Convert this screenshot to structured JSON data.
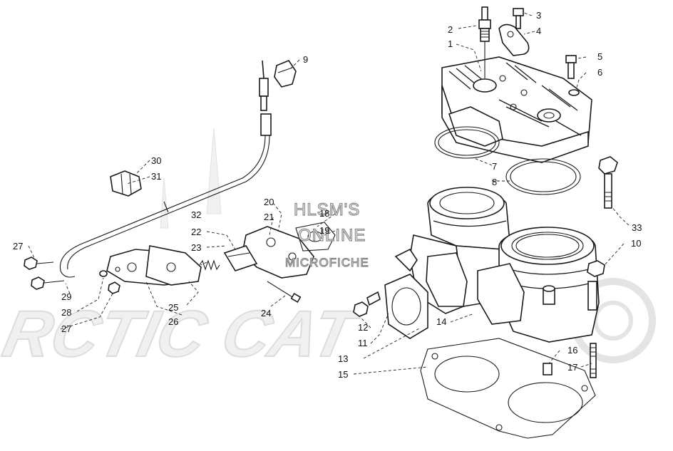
{
  "watermark": {
    "line1": "HLSM'S",
    "line2": "ONLINE",
    "line3": "MICROFICHE"
  },
  "callouts": [
    {
      "id": "c1",
      "text": "1"
    },
    {
      "id": "c2",
      "text": "2"
    },
    {
      "id": "c3",
      "text": "3"
    },
    {
      "id": "c4",
      "text": "4"
    },
    {
      "id": "c5",
      "text": "5"
    },
    {
      "id": "c6",
      "text": "6"
    },
    {
      "id": "c7",
      "text": "7"
    },
    {
      "id": "c8",
      "text": "8"
    },
    {
      "id": "c9",
      "text": "9"
    },
    {
      "id": "c10",
      "text": "10"
    },
    {
      "id": "c11",
      "text": "11"
    },
    {
      "id": "c12",
      "text": "12"
    },
    {
      "id": "c13",
      "text": "13"
    },
    {
      "id": "c14",
      "text": "14"
    },
    {
      "id": "c15",
      "text": "15"
    },
    {
      "id": "c16",
      "text": "16"
    },
    {
      "id": "c17",
      "text": "17"
    },
    {
      "id": "c18",
      "text": "18"
    },
    {
      "id": "c19",
      "text": "19"
    },
    {
      "id": "c20",
      "text": "20"
    },
    {
      "id": "c21",
      "text": "21"
    },
    {
      "id": "c22",
      "text": "22"
    },
    {
      "id": "c23",
      "text": "23"
    },
    {
      "id": "c24",
      "text": "24"
    },
    {
      "id": "c25",
      "text": "25"
    },
    {
      "id": "c26",
      "text": "26"
    },
    {
      "id": "c27a",
      "text": "27"
    },
    {
      "id": "c27b",
      "text": "27"
    },
    {
      "id": "c28",
      "text": "28"
    },
    {
      "id": "c29",
      "text": "29"
    },
    {
      "id": "c30",
      "text": "30"
    },
    {
      "id": "c31",
      "text": "31"
    },
    {
      "id": "c32",
      "text": "32"
    },
    {
      "id": "c33",
      "text": "33"
    }
  ],
  "colors": {
    "line": "#1a1a1a",
    "logo": "#e6e6e6",
    "watermark_stroke": "#8a8a8a"
  }
}
